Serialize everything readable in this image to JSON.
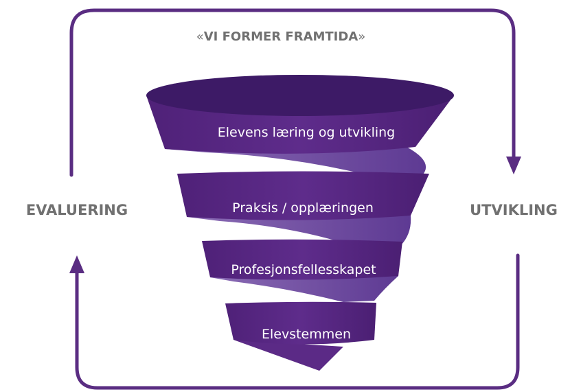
{
  "title": {
    "open_quote": "«",
    "text": "VI FORMER FRAMTIDA",
    "close_quote": "»"
  },
  "left_label": "EVALUERING",
  "right_label": "UTVIKLING",
  "funnel_levels": [
    "Elevens læring og utvikling",
    "Praksis / opplæringen",
    "Profesjonsfellesskapet",
    "Elevstemmen"
  ],
  "colors": {
    "frame": "#5a2d82",
    "band": "#5b2a86",
    "band_top": "#3d1a66",
    "twist": "#7552a3",
    "text": "#707070"
  }
}
